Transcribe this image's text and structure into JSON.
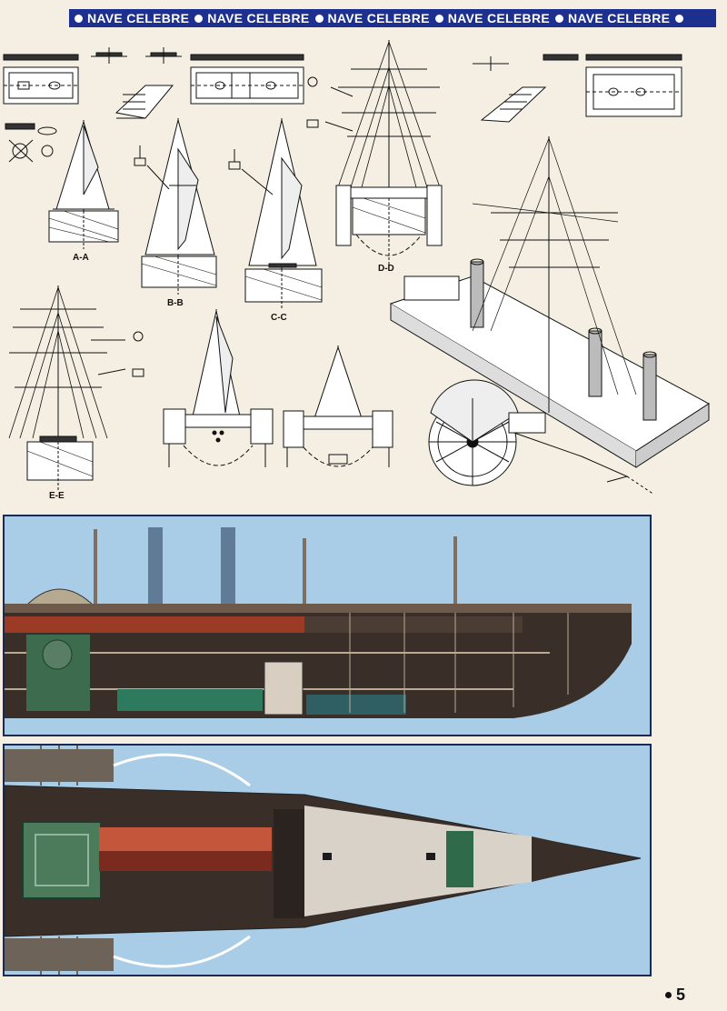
{
  "header": {
    "repeat_label": "NAVE CELEBRE",
    "units": [
      "NAVE CELEBRE",
      "NAVE CELEBRE",
      "NAVE CELEBRE",
      "NAVE CELEBRE",
      "NAVE CELEBRE"
    ]
  },
  "sections": {
    "aa": "A-A",
    "bb": "B-B",
    "cc": "C-C",
    "dd": "D-D",
    "ee": "E-E"
  },
  "page": {
    "number": "5"
  },
  "colors": {
    "banner": "#1d2f8f",
    "panel_bg": "#a9cde6",
    "hull_dark": "#3a2e28",
    "hull_red": "#9b3a25",
    "funnel": "#5f7b96",
    "deck_green": "#3c6b4e"
  }
}
